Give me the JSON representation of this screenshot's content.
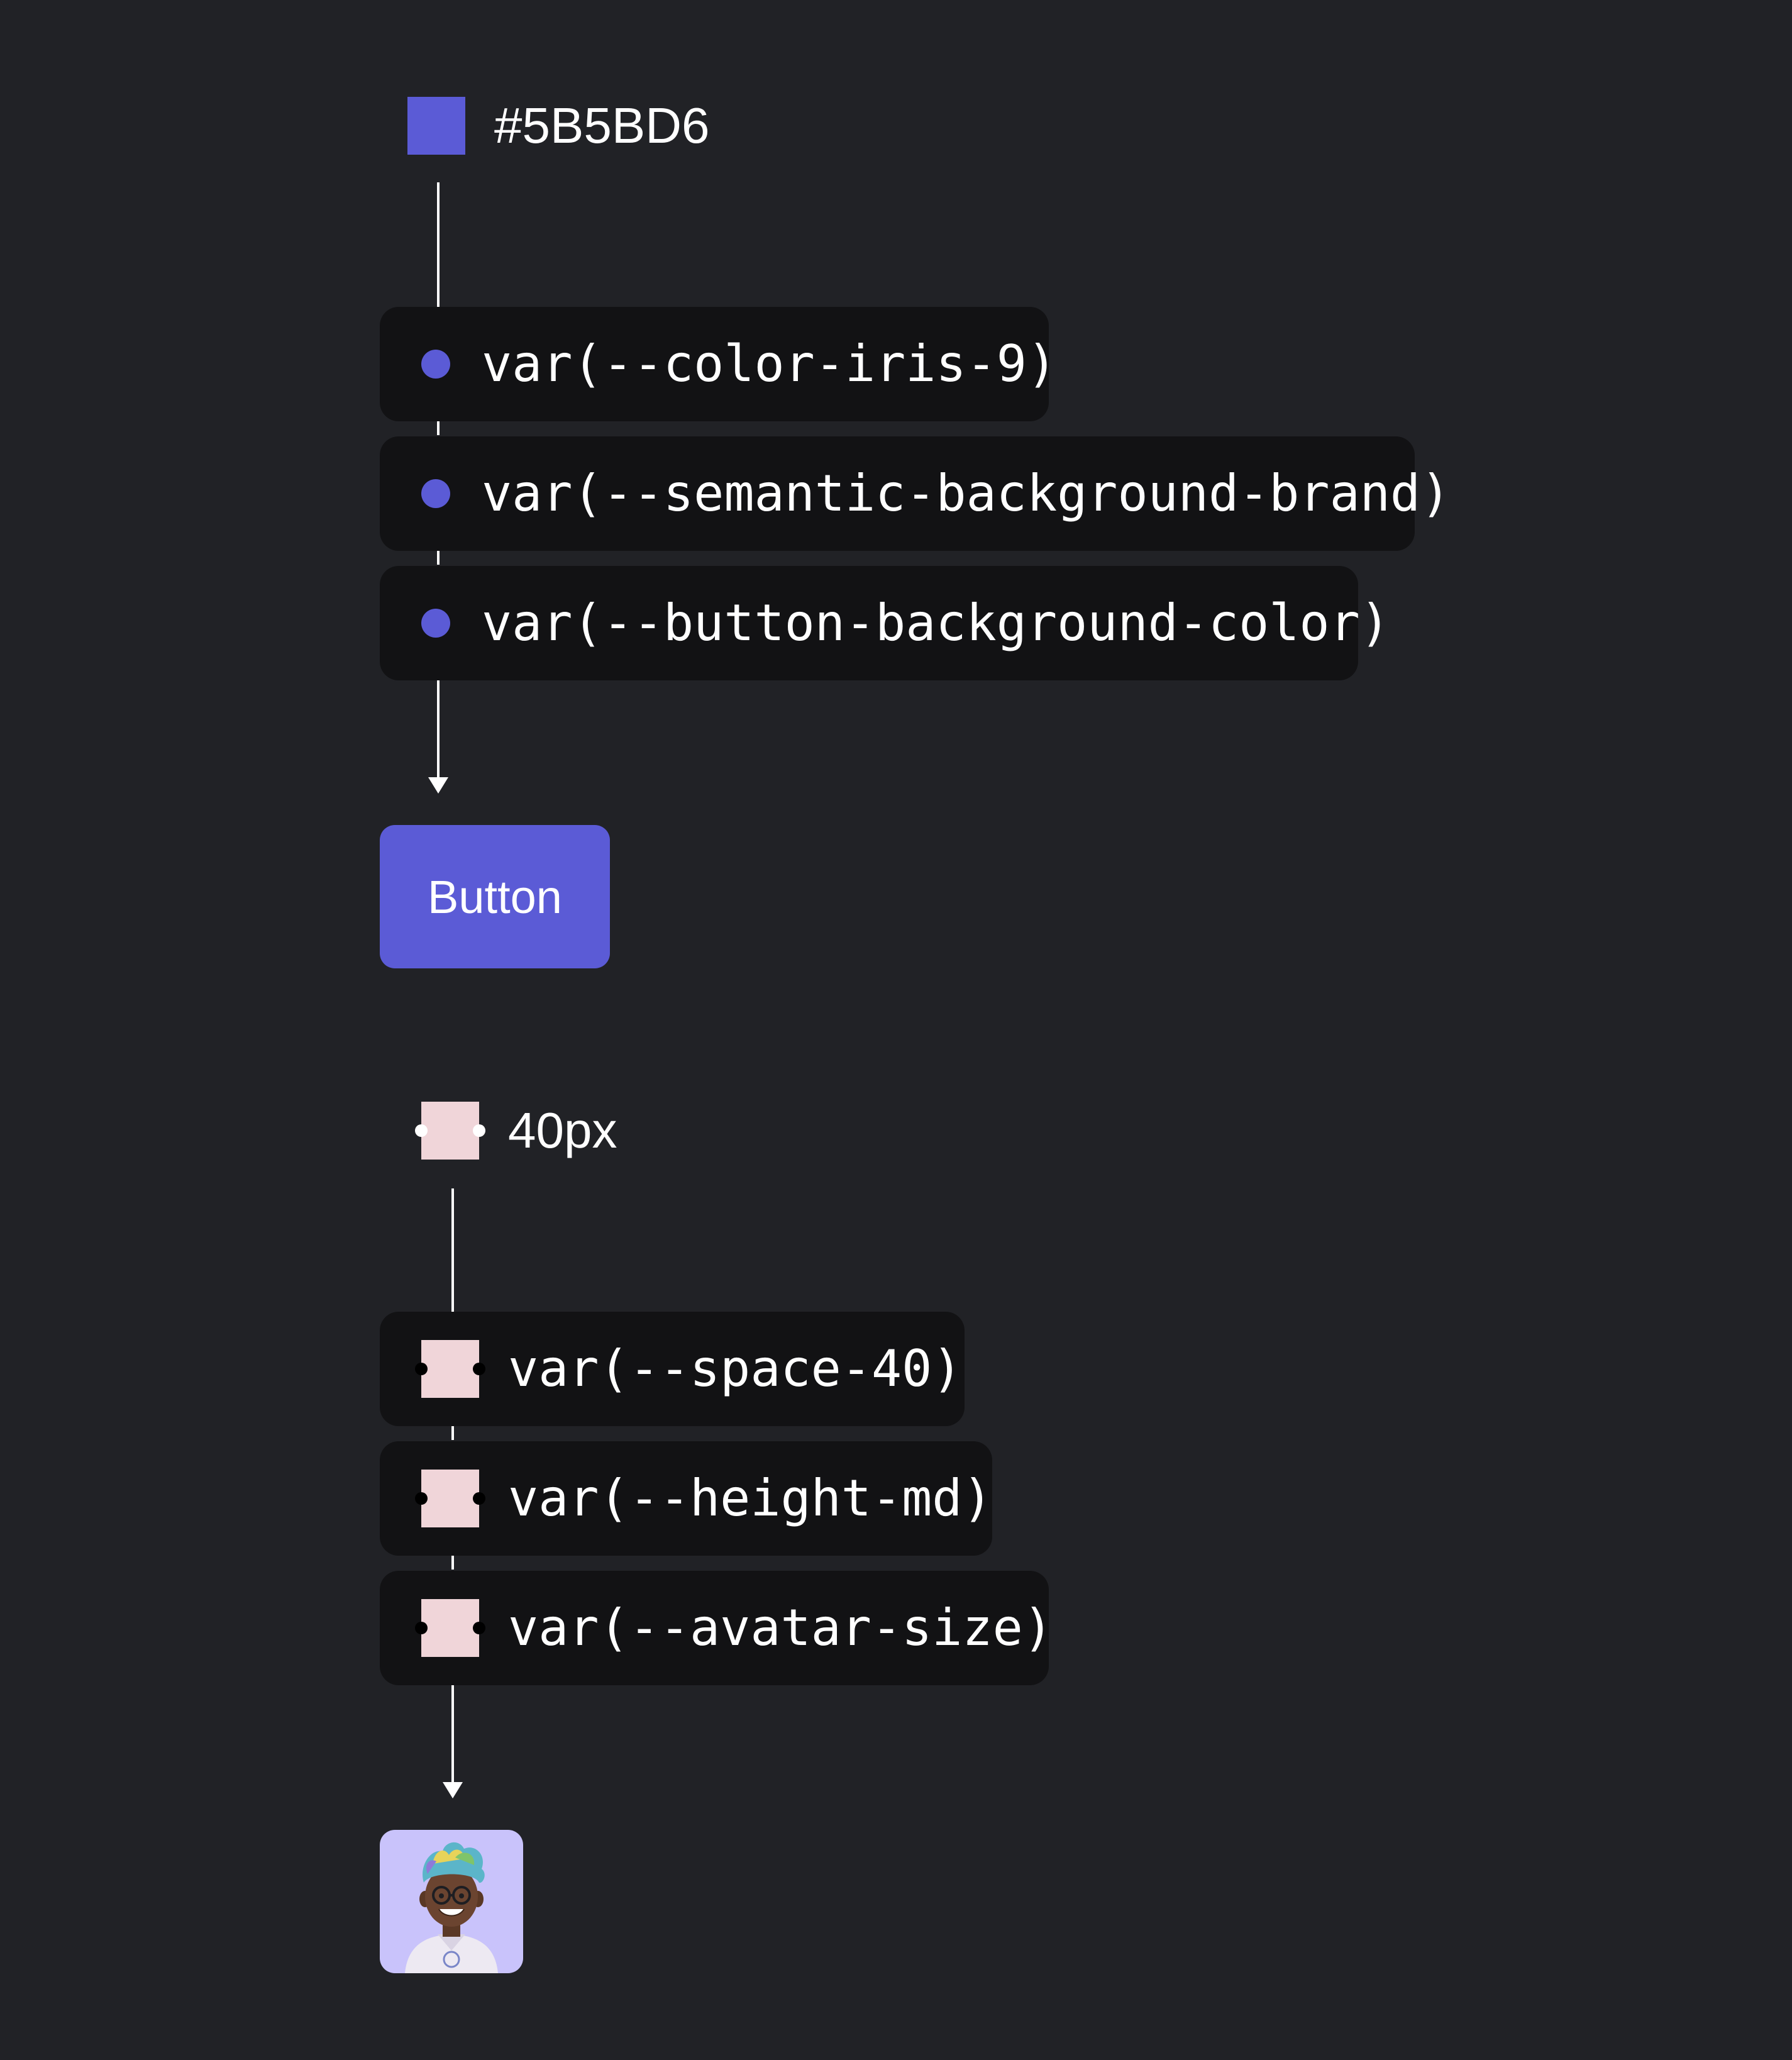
{
  "color_chain": {
    "hex_value": "#5B5BD6",
    "swatch_color": "#5B5BD6",
    "tokens": [
      {
        "label": "var(--color-iris-9)"
      },
      {
        "label": "var(--semantic-background-brand)"
      },
      {
        "label": "var(--button-background-color)"
      }
    ],
    "result_button_label": "Button"
  },
  "size_chain": {
    "value": "40px",
    "swatch_color": "#F0D5D9",
    "tokens": [
      {
        "label": "var(--space-40)"
      },
      {
        "label": "var(--height-md)"
      },
      {
        "label": "var(--avatar-size)"
      }
    ],
    "result": "avatar",
    "avatar_background": "#C9C3FB"
  }
}
